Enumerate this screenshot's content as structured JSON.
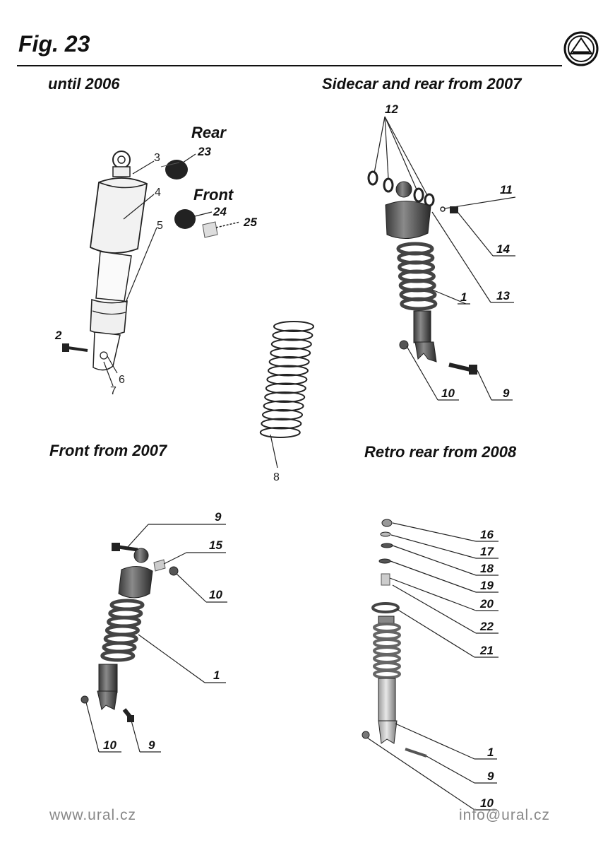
{
  "header": {
    "title": "Fig. 23"
  },
  "sections": {
    "until2006": "until  2006",
    "sidecar": "Sidecar and rear from 2007",
    "front2007": "Front from 2007",
    "retro": "Retro rear from 2008"
  },
  "sublabels": {
    "rear": "Rear",
    "front": "Front"
  },
  "callouts": {
    "a": {
      "n3": "3",
      "n4": "4",
      "n5": "5",
      "n23": "23",
      "n24": "24",
      "n25": "25",
      "n2": "2",
      "n6": "6",
      "n7": "7"
    },
    "spring": {
      "n8": "8"
    },
    "b": {
      "n12": "12",
      "n11": "11",
      "n14": "14",
      "n1": "1",
      "n13": "13",
      "n10": "10",
      "n9": "9"
    },
    "c": {
      "n9": "9",
      "n15": "15",
      "n10": "10",
      "n1": "1",
      "n10b": "10",
      "n9b": "9"
    },
    "d": {
      "n16": "16",
      "n17": "17",
      "n18": "18",
      "n19": "19",
      "n20": "20",
      "n22": "22",
      "n21": "21",
      "n1": "1",
      "n9": "9",
      "n10": "10"
    }
  },
  "footer": {
    "left": "www.ural.cz",
    "right": "info@ural.cz"
  }
}
